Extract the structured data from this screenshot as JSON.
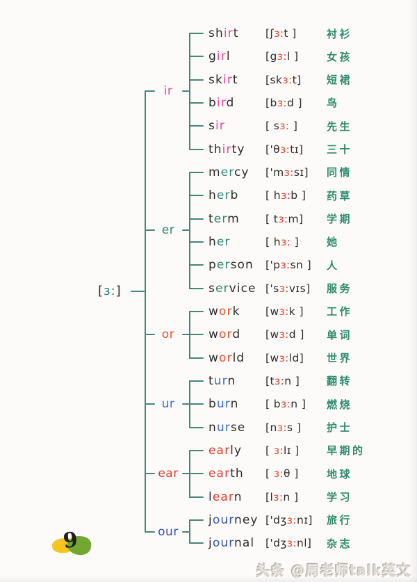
{
  "root": {
    "pre": "[",
    "core": "ɜ:",
    "post": "]"
  },
  "page_number": "9",
  "watermark": "头条 @周老师talk英文",
  "colors": {
    "ink": "#2e2c29",
    "tree_line": "#478578",
    "ipa_accent": "#e6432d",
    "chinese": "#2f8a6e",
    "background": "#fcfbf9",
    "highlight_yellow": "#f4c51e",
    "highlight_green": "#72a832"
  },
  "groups": [
    {
      "label": "ir",
      "color": "#ed459c",
      "words": [
        {
          "parts": [
            [
              "sh",
              "ink"
            ],
            [
              "ir",
              "accent"
            ],
            [
              "t",
              "ink"
            ]
          ],
          "ipa": [
            "[ʃ",
            "ɜ:",
            "t ]"
          ],
          "cn": "衬衫"
        },
        {
          "parts": [
            [
              "g",
              "ink"
            ],
            [
              "ir",
              "accent"
            ],
            [
              "l",
              "ink"
            ]
          ],
          "ipa": [
            "[g",
            "ɜ:",
            "l ]"
          ],
          "cn": "女孩"
        },
        {
          "parts": [
            [
              "sk",
              "ink"
            ],
            [
              "ir",
              "accent"
            ],
            [
              "t",
              "ink"
            ]
          ],
          "ipa": [
            "[sk",
            "ɜ:",
            "t]"
          ],
          "cn": "短裙"
        },
        {
          "parts": [
            [
              "b",
              "ink"
            ],
            [
              "ir",
              "accent"
            ],
            [
              "d",
              "ink"
            ]
          ],
          "ipa": [
            "[b",
            "ɜ:",
            "d ]"
          ],
          "cn": "鸟"
        },
        {
          "parts": [
            [
              "s",
              "ink"
            ],
            [
              "ir",
              "accent"
            ]
          ],
          "ipa": [
            "[ s",
            "ɜ:",
            " ]"
          ],
          "cn": "先生"
        },
        {
          "parts": [
            [
              "th",
              "ink"
            ],
            [
              "ir",
              "accent"
            ],
            [
              "ty",
              "ink"
            ]
          ],
          "ipa": [
            "['θ",
            "ɜ:",
            "tɪ]"
          ],
          "cn": "三十"
        }
      ]
    },
    {
      "label": "er",
      "color": "#2e8673",
      "words": [
        {
          "parts": [
            [
              "m",
              "ink"
            ],
            [
              "er",
              "accent"
            ],
            [
              "cy",
              "ink"
            ]
          ],
          "ipa": [
            "['m",
            "ɜ:",
            "sɪ]"
          ],
          "cn": "同情"
        },
        {
          "parts": [
            [
              "h",
              "ink"
            ],
            [
              "er",
              "accent"
            ],
            [
              "b",
              "ink"
            ]
          ],
          "ipa": [
            "[ h",
            "ɜ:",
            "b ]"
          ],
          "cn": "药草"
        },
        {
          "parts": [
            [
              "t",
              "ink"
            ],
            [
              "er",
              "accent"
            ],
            [
              "m",
              "ink"
            ]
          ],
          "ipa": [
            "[ t",
            "ɜ:",
            "m]"
          ],
          "cn": "学期"
        },
        {
          "parts": [
            [
              "h",
              "ink"
            ],
            [
              "er",
              "accent"
            ]
          ],
          "ipa": [
            "[ h",
            "ɜ:",
            " ]"
          ],
          "cn": "她"
        },
        {
          "parts": [
            [
              "p",
              "ink"
            ],
            [
              "er",
              "accent"
            ],
            [
              "son",
              "ink"
            ]
          ],
          "ipa": [
            "['p",
            "ɜ:",
            "sn ]"
          ],
          "cn": "人"
        },
        {
          "parts": [
            [
              "s",
              "ink"
            ],
            [
              "er",
              "accent"
            ],
            [
              "vice",
              "ink"
            ]
          ],
          "ipa": [
            "['s",
            "ɜ:",
            "vɪs]"
          ],
          "cn": "服务"
        }
      ]
    },
    {
      "label": "or",
      "color": "#e8502b",
      "words": [
        {
          "parts": [
            [
              "w",
              "ink"
            ],
            [
              "or",
              "accent"
            ],
            [
              "k",
              "ink"
            ]
          ],
          "ipa": [
            "[w",
            "ɜ:",
            "k ]"
          ],
          "cn": "工作"
        },
        {
          "parts": [
            [
              "w",
              "ink"
            ],
            [
              "or",
              "accent"
            ],
            [
              "d",
              "ink"
            ]
          ],
          "ipa": [
            "[w",
            "ɜ:",
            "d ]"
          ],
          "cn": "单词"
        },
        {
          "parts": [
            [
              "w",
              "ink"
            ],
            [
              "or",
              "accent"
            ],
            [
              "ld",
              "ink"
            ]
          ],
          "ipa": [
            "[w",
            "ɜ:",
            "ld]"
          ],
          "cn": "世界"
        }
      ]
    },
    {
      "label": "ur",
      "color": "#3a6bd8",
      "words": [
        {
          "parts": [
            [
              "t",
              "ink"
            ],
            [
              "ur",
              "accent"
            ],
            [
              "n",
              "ink"
            ]
          ],
          "ipa": [
            "[t",
            "ɜ:",
            "n ]"
          ],
          "cn": "翻转"
        },
        {
          "parts": [
            [
              "b",
              "ink"
            ],
            [
              "ur",
              "accent"
            ],
            [
              "n",
              "ink"
            ]
          ],
          "ipa": [
            "[ b",
            "ɜ:",
            "n ]"
          ],
          "cn": "燃烧"
        },
        {
          "parts": [
            [
              "n",
              "ink"
            ],
            [
              "ur",
              "accent"
            ],
            [
              "se",
              "ink"
            ]
          ],
          "ipa": [
            "[n",
            "ɜ:",
            "s ]"
          ],
          "cn": "护士"
        }
      ]
    },
    {
      "label": "ear",
      "color": "#e23a2e",
      "words": [
        {
          "parts": [
            [
              "ear",
              "accent"
            ],
            [
              "ly",
              "ink"
            ]
          ],
          "ipa": [
            "[ ",
            "ɜ:",
            "lɪ ]"
          ],
          "cn": "早期的"
        },
        {
          "parts": [
            [
              "ear",
              "accent"
            ],
            [
              "th",
              "ink"
            ]
          ],
          "ipa": [
            "[ ",
            "ɜ:",
            "θ ]"
          ],
          "cn": "地球"
        },
        {
          "parts": [
            [
              "l",
              "ink"
            ],
            [
              "ear",
              "accent"
            ],
            [
              "n",
              "ink"
            ]
          ],
          "ipa": [
            "[l",
            "ɜ:",
            "n ]"
          ],
          "cn": "学习"
        }
      ]
    },
    {
      "label": "our",
      "color": "#3353b5",
      "words": [
        {
          "parts": [
            [
              "j",
              "ink"
            ],
            [
              "our",
              "accent"
            ],
            [
              "ney",
              "ink"
            ]
          ],
          "ipa": [
            "['dʒ",
            "ɜ:",
            "nɪ]"
          ],
          "cn": "旅行"
        },
        {
          "parts": [
            [
              "j",
              "ink"
            ],
            [
              "our",
              "accent"
            ],
            [
              "nal",
              "ink"
            ]
          ],
          "ipa": [
            "['dʒ",
            "ɜ:",
            "nl]"
          ],
          "cn": "杂志"
        }
      ]
    }
  ]
}
